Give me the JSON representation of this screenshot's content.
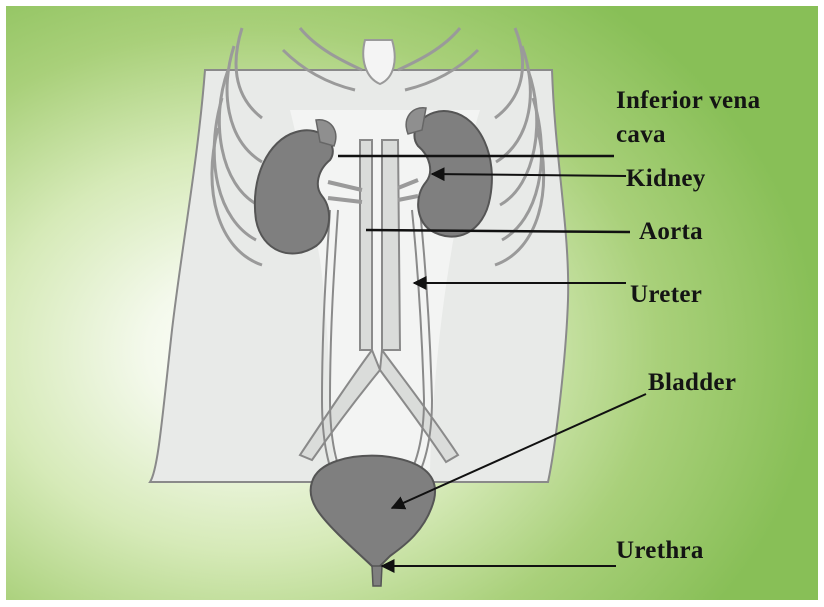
{
  "labels": {
    "ivc_line1": "Inferior vena",
    "ivc_line2": "cava",
    "kidney": "Kidney",
    "aorta": "Aorta",
    "ureter": "Ureter",
    "bladder": "Bladder",
    "urethra": "Urethra"
  },
  "colors": {
    "background_outer": "#88bf57",
    "background_center": "#ffffff",
    "torso_fill": "#e9ebe9",
    "outline": "#8a8a8a",
    "kidney_fill": "#7d7d7d",
    "vessel_fill": "#d9dcd9",
    "leader_line": "#111111"
  }
}
